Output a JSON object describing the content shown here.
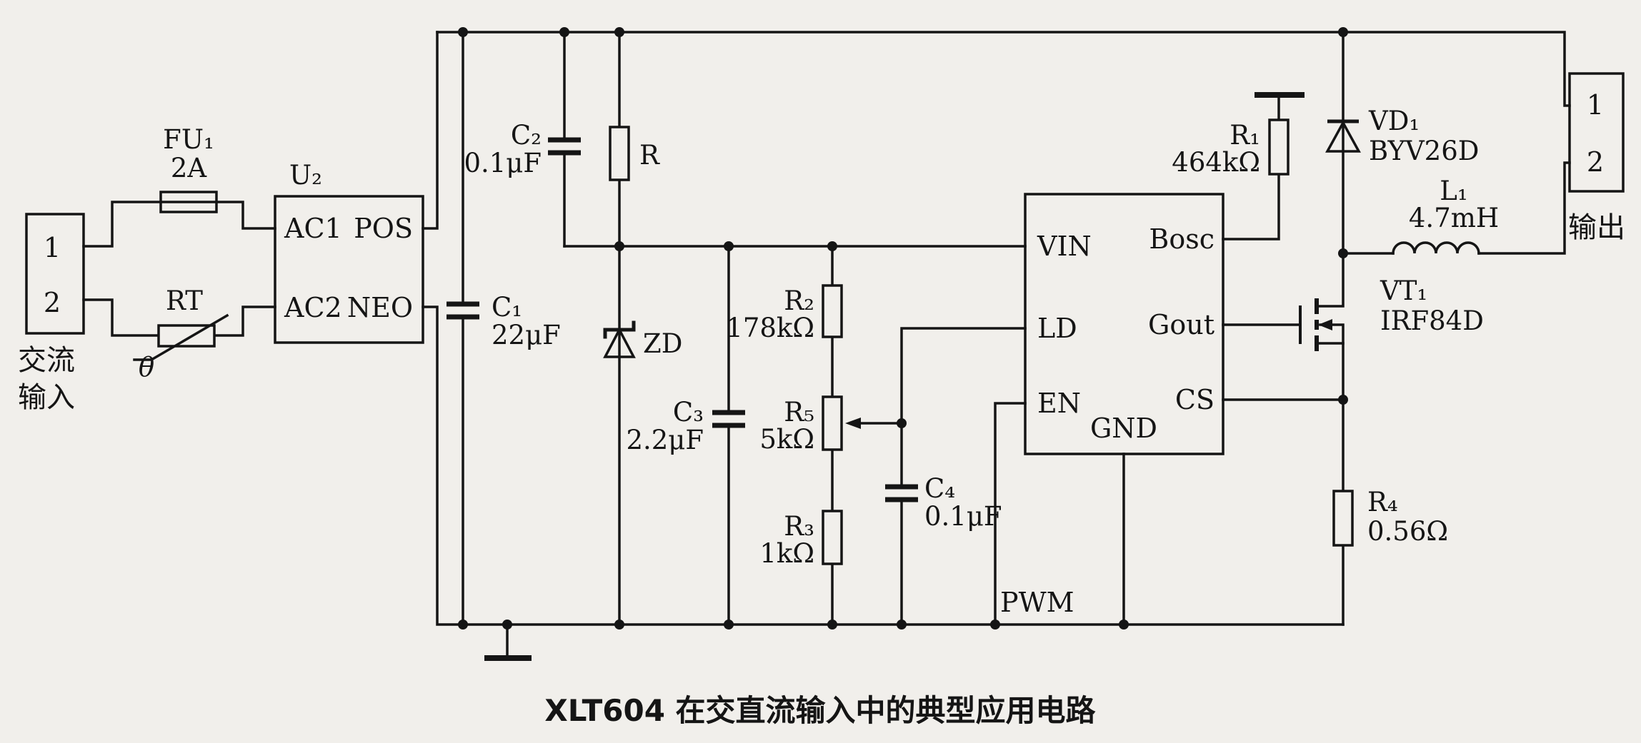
{
  "title": "XLT604 在交直流输入中的典型应用电路",
  "labels": {
    "ac_input_line1": "交流",
    "ac_input_line2": "输入",
    "output": "输出",
    "pwm": "PWM"
  },
  "connectors": {
    "input": {
      "pin1": "1",
      "pin2": "2"
    },
    "output": {
      "pin1": "1",
      "pin2": "2"
    }
  },
  "components": {
    "fu1": {
      "ref": "FU₁",
      "value": "2A"
    },
    "rt": {
      "ref": "RT",
      "theta": "θ"
    },
    "u2": {
      "ref": "U₂",
      "ac1": "AC1",
      "pos": "POS",
      "ac2": "AC2",
      "neo": "NEO"
    },
    "c1": {
      "ref": "C₁",
      "value": "22μF"
    },
    "c2": {
      "ref": "C₂",
      "value": "0.1μF"
    },
    "c3": {
      "ref": "C₃",
      "value": "2.2μF"
    },
    "c4": {
      "ref": "C₄",
      "value": "0.1μF"
    },
    "r": {
      "ref": "R"
    },
    "r1": {
      "ref": "R₁",
      "value": "464kΩ"
    },
    "r2": {
      "ref": "R₂",
      "value": "178kΩ"
    },
    "r3": {
      "ref": "R₃",
      "value": "1kΩ"
    },
    "r4": {
      "ref": "R₄",
      "value": "0.56Ω"
    },
    "r5": {
      "ref": "R₅",
      "value": "5kΩ"
    },
    "zd": {
      "ref": "ZD"
    },
    "vd1": {
      "ref": "VD₁",
      "value": "BYV26D"
    },
    "vt1": {
      "ref": "VT₁",
      "value": "IRF84D"
    },
    "l1": {
      "ref": "L₁",
      "value": "4.7mH"
    }
  },
  "ic": {
    "vin": "VIN",
    "ld": "LD",
    "en": "EN",
    "gnd": "GND",
    "bosc": "Bosc",
    "gout": "Gout",
    "cs": "CS"
  }
}
